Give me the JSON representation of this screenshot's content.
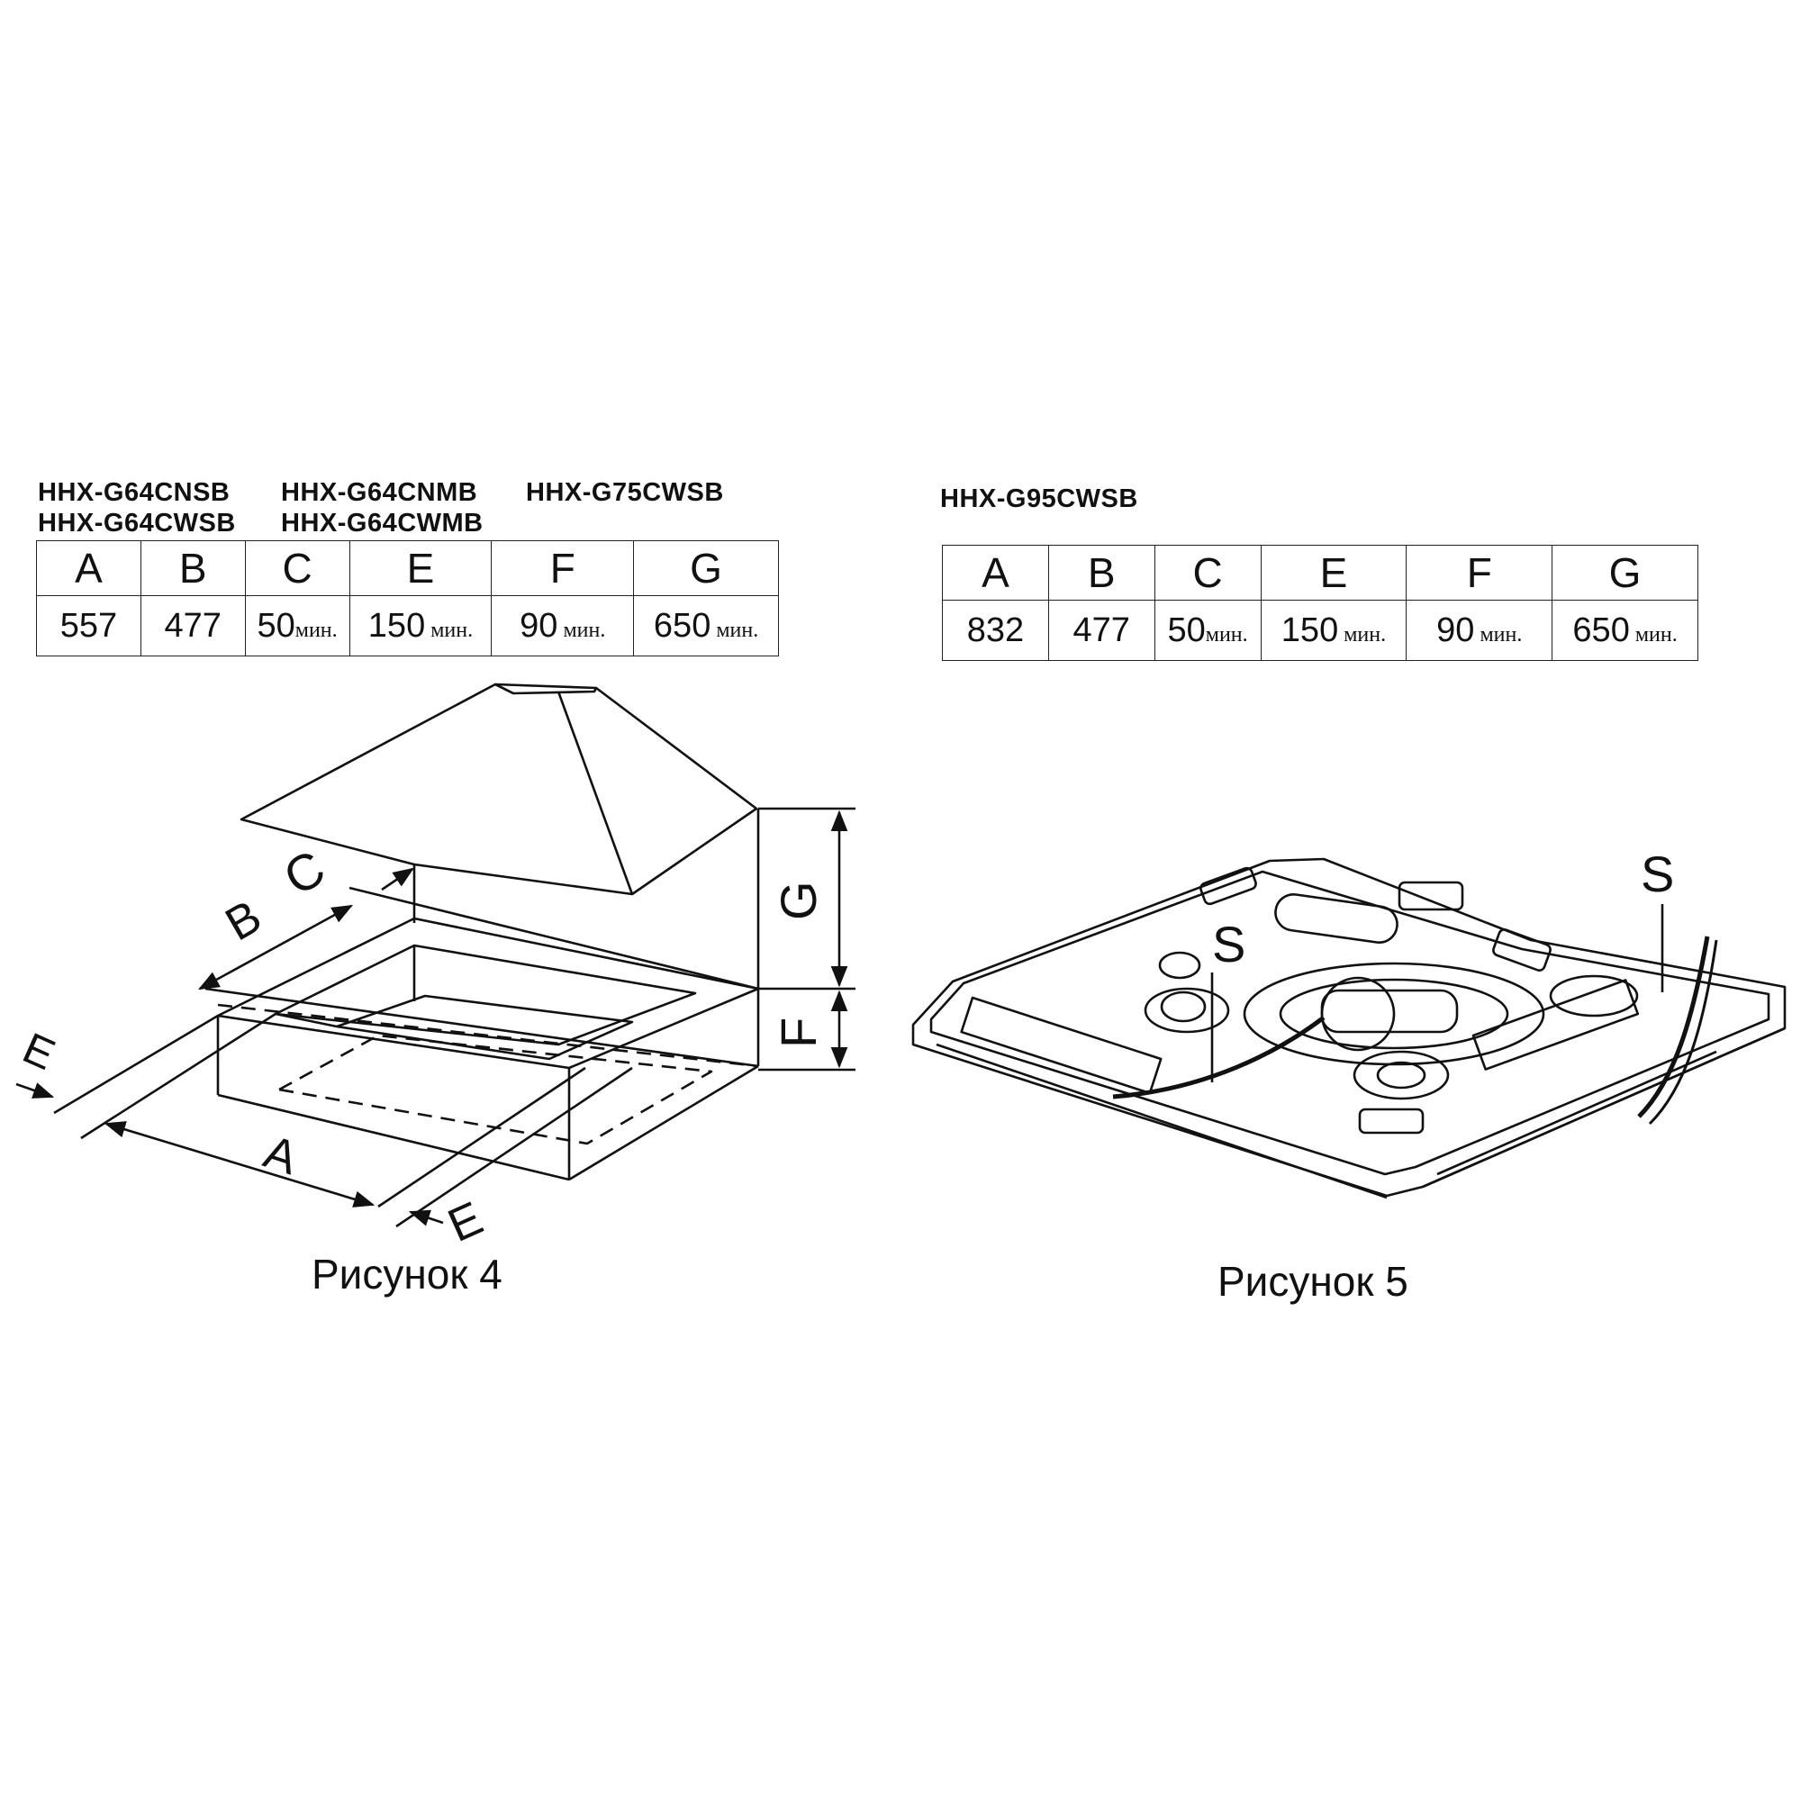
{
  "left_block": {
    "models": [
      "HHX-G64CNSB",
      "HHX-G64CWSB",
      "HHX-G64CNMB",
      "HHX-G64CWMB",
      "HHX-G75CWSB"
    ],
    "headers": [
      "A",
      "B",
      "C",
      "E",
      "F",
      "G"
    ],
    "values": [
      "557",
      "477",
      "50",
      "150",
      "90",
      "650"
    ],
    "units": [
      "",
      "",
      "мин.",
      " мин.",
      " мин.",
      " мин."
    ]
  },
  "right_block": {
    "models": [
      "HHX-G95CWSB"
    ],
    "headers": [
      "A",
      "B",
      "C",
      "E",
      "F",
      "G"
    ],
    "values": [
      "832",
      "477",
      "50",
      "150",
      "90",
      "650"
    ],
    "units": [
      "",
      "",
      "мин.",
      " мин.",
      " мин.",
      " мин."
    ]
  },
  "figure4": {
    "caption": "Рисунок 4",
    "labels": {
      "a": "A",
      "b": "B",
      "c": "C",
      "e1": "E",
      "e2": "E",
      "f": "F",
      "g": "G"
    }
  },
  "figure5": {
    "caption": "Рисунок 5",
    "labels": {
      "s1": "S",
      "s2": "S"
    }
  }
}
